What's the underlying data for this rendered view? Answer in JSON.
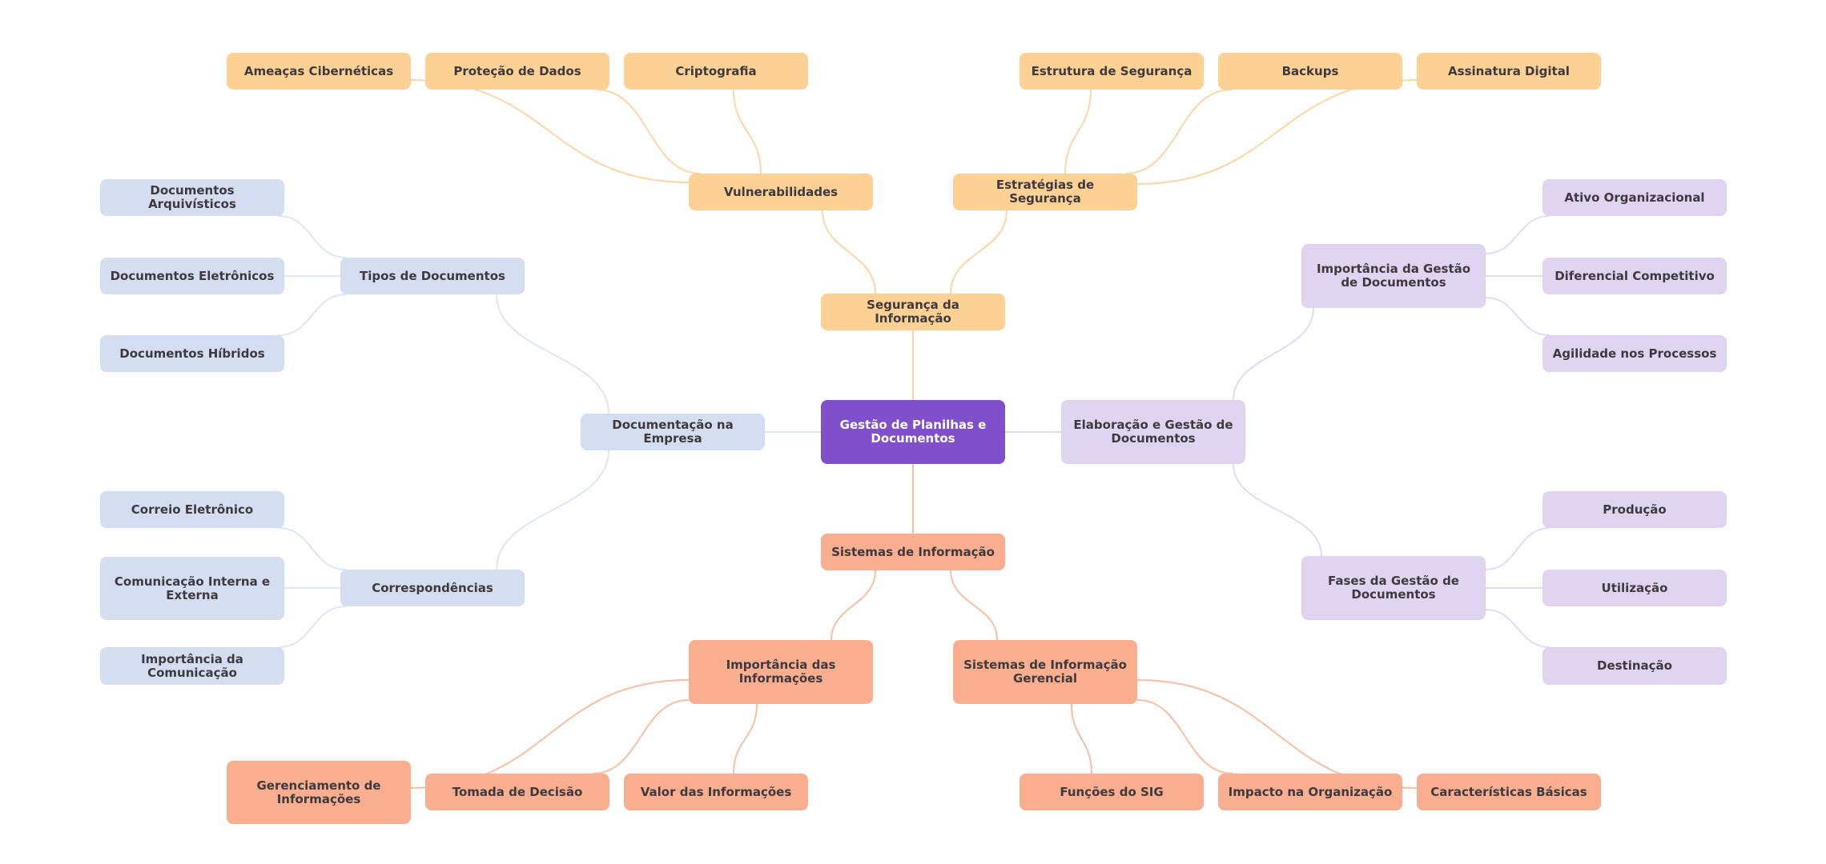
{
  "diagram": {
    "type": "mind-map",
    "colors": {
      "root": "#7f4fcc",
      "security": "#fdd194",
      "security_line": "#fdd6a4",
      "documentation": "#d5ddf1",
      "documentation_line": "#dfe5f5",
      "management": "#dfd5f1",
      "management_line": "#e3dbf5",
      "systems": "#f9ae8f",
      "systems_line": "#f9bea4"
    },
    "root": {
      "id": "root",
      "label": "Gestão de Planilhas e Documentos",
      "group": "root"
    },
    "nodes": [
      {
        "id": "seguranca",
        "label": "Segurança da Informação",
        "group": "security",
        "parent": "root"
      },
      {
        "id": "vulnerabilidades",
        "label": "Vulnerabilidades",
        "group": "security",
        "parent": "seguranca"
      },
      {
        "id": "estrategias",
        "label": "Estratégias de Segurança",
        "group": "security",
        "parent": "seguranca"
      },
      {
        "id": "ameacas",
        "label": "Ameaças Cibernéticas",
        "group": "security",
        "parent": "vulnerabilidades"
      },
      {
        "id": "protecao",
        "label": "Proteção de Dados",
        "group": "security",
        "parent": "vulnerabilidades"
      },
      {
        "id": "criptografia",
        "label": "Criptografia",
        "group": "security",
        "parent": "vulnerabilidades"
      },
      {
        "id": "estrutura",
        "label": "Estrutura de Segurança",
        "group": "security",
        "parent": "estrategias"
      },
      {
        "id": "backups",
        "label": "Backups",
        "group": "security",
        "parent": "estrategias"
      },
      {
        "id": "assinatura",
        "label": "Assinatura Digital",
        "group": "security",
        "parent": "estrategias"
      },
      {
        "id": "documentacao",
        "label": "Documentação na Empresa",
        "group": "documentation",
        "parent": "root"
      },
      {
        "id": "tipos",
        "label": "Tipos de Documentos",
        "group": "documentation",
        "parent": "documentacao"
      },
      {
        "id": "correspondencias",
        "label": "Correspondências",
        "group": "documentation",
        "parent": "documentacao"
      },
      {
        "id": "arquivisticos",
        "label": "Documentos Arquivísticos",
        "group": "documentation",
        "parent": "tipos"
      },
      {
        "id": "eletronicos",
        "label": "Documentos Eletrônicos",
        "group": "documentation",
        "parent": "tipos"
      },
      {
        "id": "hibridos",
        "label": "Documentos Híbridos",
        "group": "documentation",
        "parent": "tipos"
      },
      {
        "id": "correio",
        "label": "Correio Eletrônico",
        "group": "documentation",
        "parent": "correspondencias"
      },
      {
        "id": "comunicacao",
        "label": "Comunicação Interna e Externa",
        "group": "documentation",
        "parent": "correspondencias"
      },
      {
        "id": "importancia_com",
        "label": "Importância da Comunicação",
        "group": "documentation",
        "parent": "correspondencias"
      },
      {
        "id": "elaboracao",
        "label": "Elaboração e Gestão de Documentos",
        "group": "management",
        "parent": "root"
      },
      {
        "id": "importancia_gestao",
        "label": "Importância da Gestão de Documentos",
        "group": "management",
        "parent": "elaboracao"
      },
      {
        "id": "fases",
        "label": "Fases da Gestão de Documentos",
        "group": "management",
        "parent": "elaboracao"
      },
      {
        "id": "ativo",
        "label": "Ativo Organizacional",
        "group": "management",
        "parent": "importancia_gestao"
      },
      {
        "id": "diferencial",
        "label": "Diferencial Competitivo",
        "group": "management",
        "parent": "importancia_gestao"
      },
      {
        "id": "agilidade",
        "label": "Agilidade nos Processos",
        "group": "management",
        "parent": "importancia_gestao"
      },
      {
        "id": "producao",
        "label": "Produção",
        "group": "management",
        "parent": "fases"
      },
      {
        "id": "utilizacao",
        "label": "Utilização",
        "group": "management",
        "parent": "fases"
      },
      {
        "id": "destinacao",
        "label": "Destinação",
        "group": "management",
        "parent": "fases"
      },
      {
        "id": "sistemas",
        "label": "Sistemas de Informação",
        "group": "systems",
        "parent": "root"
      },
      {
        "id": "importancia_info",
        "label": "Importância das Informações",
        "group": "systems",
        "parent": "sistemas"
      },
      {
        "id": "sig",
        "label": "Sistemas de Informação Gerencial",
        "group": "systems",
        "parent": "sistemas"
      },
      {
        "id": "gerenciamento",
        "label": "Gerenciamento de Informações",
        "group": "systems",
        "parent": "importancia_info"
      },
      {
        "id": "tomada",
        "label": "Tomada de Decisão",
        "group": "systems",
        "parent": "importancia_info"
      },
      {
        "id": "valor",
        "label": "Valor das Informações",
        "group": "systems",
        "parent": "importancia_info"
      },
      {
        "id": "funcoes",
        "label": "Funções do SIG",
        "group": "systems",
        "parent": "sig"
      },
      {
        "id": "impacto",
        "label": "Impacto na Organização",
        "group": "systems",
        "parent": "sig"
      },
      {
        "id": "caracteristicas",
        "label": "Características Básicas",
        "group": "systems",
        "parent": "sig"
      }
    ]
  }
}
